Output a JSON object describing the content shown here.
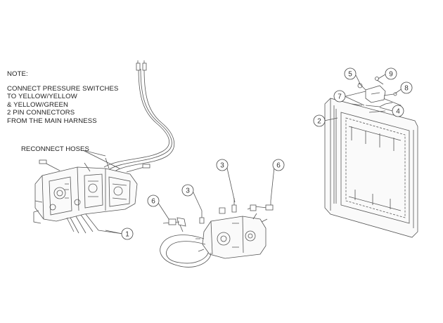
{
  "note": {
    "title": "NOTE:",
    "lines": [
      "CONNECT PRESSURE SWITCHES",
      "TO YELLOW/YELLOW",
      "& YELLOW/GREEN",
      "2 PIN CONNECTORS",
      "FROM THE MAIN HARNESS"
    ]
  },
  "reconnect_label": "RECONNECT HOSES",
  "callouts": {
    "c1": "1",
    "c2": "2",
    "c3a": "3",
    "c3b": "3",
    "c4": "4",
    "c5": "5",
    "c6a": "6",
    "c6b": "6",
    "c7": "7",
    "c8": "8",
    "c9": "9"
  },
  "colors": {
    "line": "#555555",
    "ink": "#222222"
  }
}
